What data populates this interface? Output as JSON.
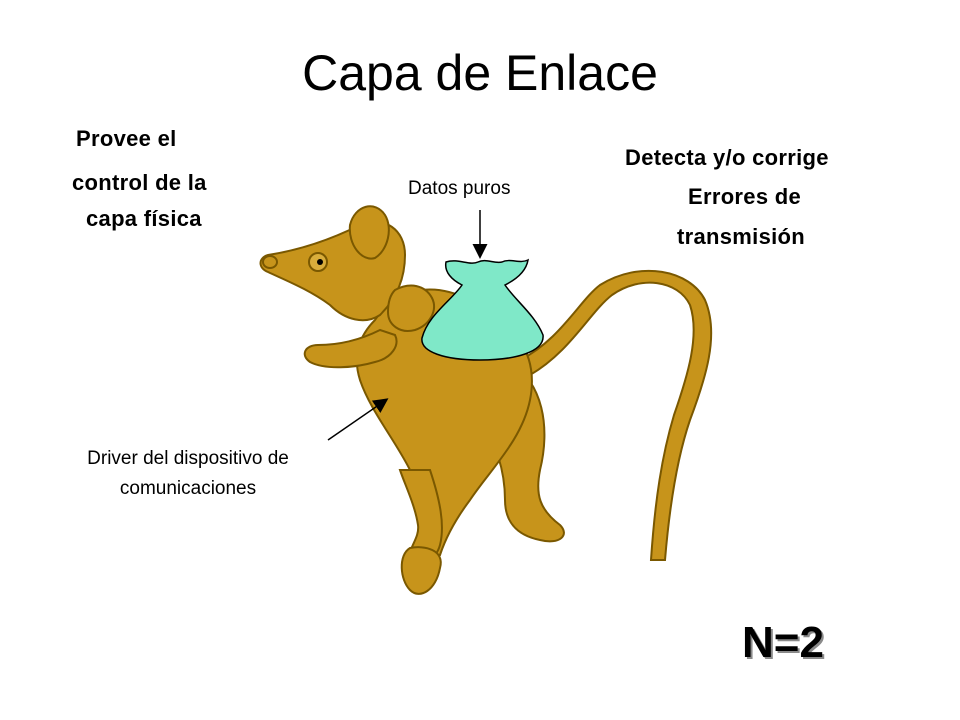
{
  "slide": {
    "title": "Capa de Enlace",
    "left_label": {
      "lines": [
        "Provee el",
        "control de la",
        "capa física"
      ]
    },
    "right_label": {
      "lines": [
        "Detecta y/o corrige",
        "Errores de",
        "transmisión"
      ]
    },
    "top_callout": "Datos puros",
    "bottom_callout": {
      "lines": [
        "Driver del dispositivo de",
        "comunicaciones"
      ]
    },
    "layer_number": "N=2"
  },
  "colors": {
    "rat_fill": "#c7941b",
    "rat_outline": "#7a5800",
    "bag_fill": "#7fe8c8",
    "arrow": "#000000"
  },
  "icons": {
    "figure": "rat-carrying-bag-icon",
    "bag": "money-bag-icon"
  }
}
